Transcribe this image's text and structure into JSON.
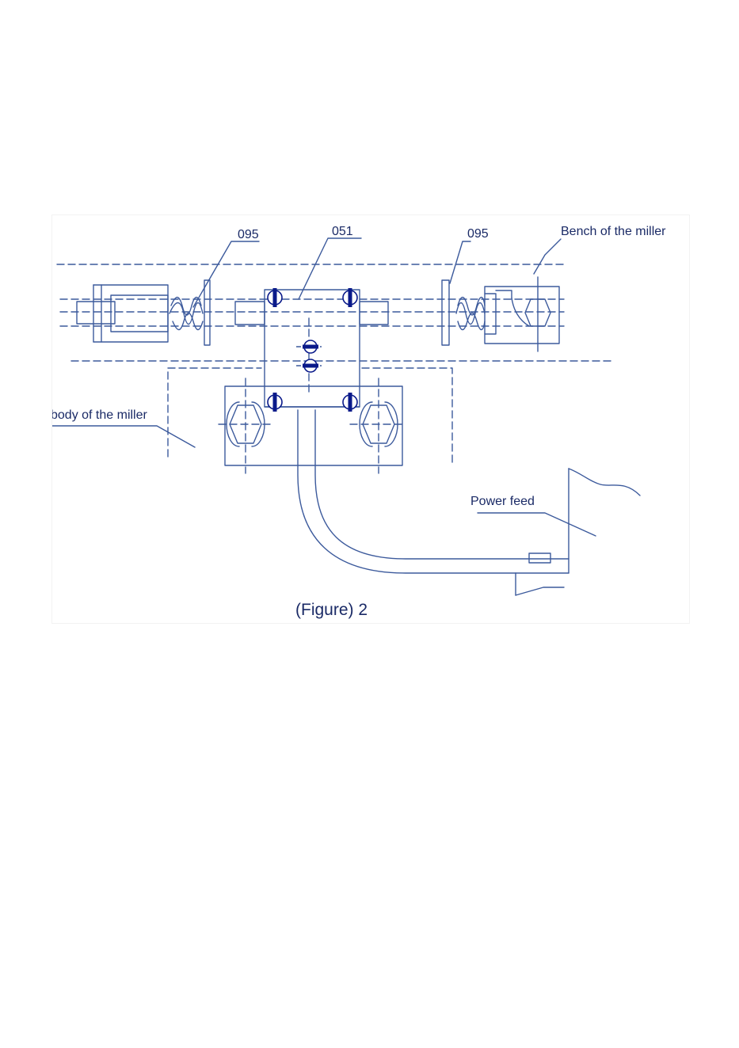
{
  "figure": {
    "caption": "(Figure) 2",
    "colors": {
      "line": "#3c5a9c",
      "text": "#1a2a66",
      "screw": "#0a1a8a"
    },
    "labels": {
      "part_095_left": "095",
      "part_051": "051",
      "part_095_right": "095",
      "bench": "Bench of the miller",
      "body": "body of the miller",
      "power_feed": "Power feed"
    }
  }
}
